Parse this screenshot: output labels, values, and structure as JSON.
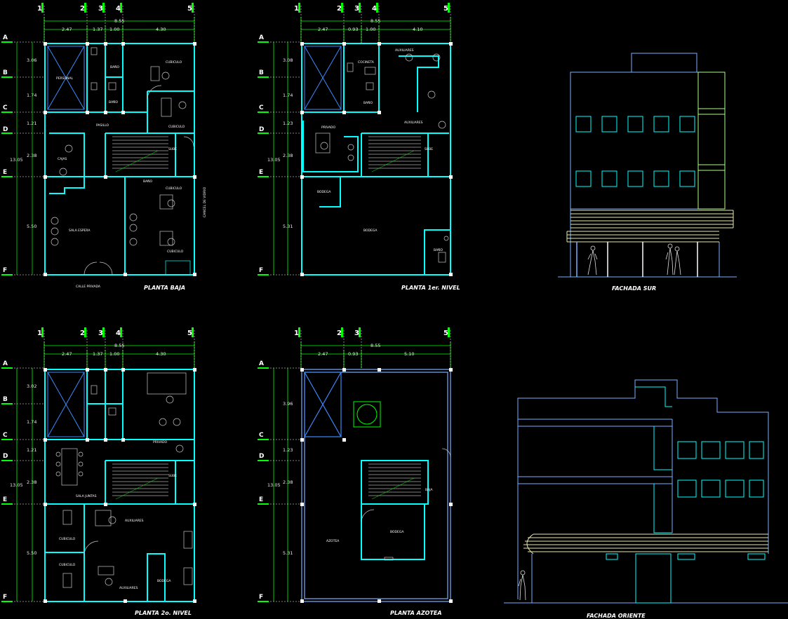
{
  "sheets": {
    "ground_floor": {
      "title": "PLANTA BAJA",
      "street": "CALLE PRIVADA",
      "facade_tag": "CANCEL DE VIDRIO",
      "grid_cols": [
        "1",
        "2",
        "3",
        "4",
        "5"
      ],
      "grid_rows": [
        "A",
        "B",
        "C",
        "D",
        "E",
        "F"
      ],
      "dims_top_total": "8.55",
      "dims_top": [
        "2.47",
        "1.37",
        "1.00",
        "4.30"
      ],
      "dims_left": [
        "3.06",
        "1.74",
        "1.21",
        "2.38",
        "5.50"
      ],
      "dim_left_total": "13.05",
      "rooms": {
        "personal": "PERSONAL",
        "bano1": "BAÑO",
        "bano2": "BAÑO",
        "bano3": "BAÑO",
        "cub1": "CUBICULO",
        "cub2": "CUBICULO",
        "cub3": "CUBICULO",
        "cub4": "CUBICULO",
        "pasillo": "PASILLO",
        "cajas": "CAJAS",
        "sala": "SALA ESPERA",
        "sube": "SUBE"
      }
    },
    "first_floor": {
      "title": "PLANTA 1er. NIVEL",
      "grid_cols": [
        "1",
        "2",
        "3",
        "4",
        "5"
      ],
      "grid_rows": [
        "A",
        "B",
        "C",
        "D",
        "E",
        "F"
      ],
      "dims_top_total": "8.55",
      "dims_top": [
        "2.47",
        "0.93",
        "1.00",
        "4.10"
      ],
      "dims_left": [
        "3.08",
        "1.74",
        "1.23",
        "2.38",
        "5.31"
      ],
      "dim_left_total": "13.05",
      "rooms": {
        "aux1": "AUXILIARES",
        "cocineta": "COCINETA",
        "bano1": "BAÑO",
        "aux2": "AUXILIARES",
        "privado": "PRIVADO",
        "sube": "SUBE",
        "bodega1": "BODEGA",
        "bodega2": "BODEGA",
        "bano2": "BAÑO"
      }
    },
    "second_floor": {
      "title": "PLANTA 2o. NIVEL",
      "grid_cols": [
        "1",
        "2",
        "3",
        "4",
        "5"
      ],
      "grid_rows": [
        "A",
        "B",
        "C",
        "D",
        "E",
        "F"
      ],
      "dims_top_total": "8.55",
      "dims_top": [
        "2.47",
        "1.37",
        "1.00",
        "4.30"
      ],
      "dims_left": [
        "3.02",
        "1.74",
        "1.21",
        "2.38",
        "5.50"
      ],
      "dim_left_total": "13.05",
      "rooms": {
        "privado": "PRIVADO",
        "sala_juntas": "SALA JUNTAS",
        "sube": "SUBE",
        "aux1": "AUXILIARES",
        "aux2": "AUXILIARES",
        "cub1": "CUBICULO",
        "cub2": "CUBICULO",
        "bodega": "BODEGA"
      }
    },
    "roof": {
      "title": "PLANTA AZOTEA",
      "grid_cols": [
        "1",
        "2",
        "3",
        "5"
      ],
      "grid_rows": [
        "A",
        "C",
        "D",
        "E",
        "F"
      ],
      "dims_top_total": "8.55",
      "dims_top": [
        "2.47",
        "0.93",
        "5.10"
      ],
      "dims_left": [
        "3.96",
        "1.23",
        "2.38",
        "5.31"
      ],
      "dim_left_total": "13.05",
      "rooms": {
        "azotea": "AZOTEA",
        "bodega": "BODEGA",
        "baja": "BAJA"
      }
    },
    "south_facade": {
      "title": "FACHADA SUR"
    },
    "east_facade": {
      "title": "FACHADA ORIENTE"
    }
  },
  "colors": {
    "background": "#000000",
    "walls": "#00ffff",
    "walls_dark": "#3a8bff",
    "dimension": "#00ff00",
    "grid_axis": "#00ff00",
    "furniture": "#c8c8c8",
    "facade_line": "#7ab0ff",
    "facade_accent": "#aaff88",
    "window": "#00ffff"
  }
}
